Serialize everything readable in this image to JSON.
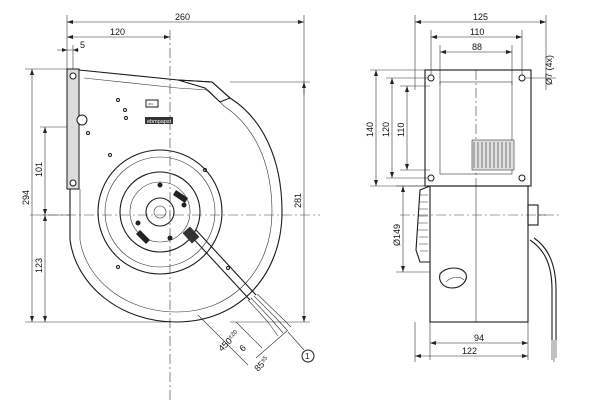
{
  "front_view": {
    "dims": {
      "overall_width": "260",
      "inlet_offset": "120",
      "flange_offset": "5",
      "height_left": "294",
      "height_right": "281",
      "upper_height": "101",
      "lower_height": "123",
      "cable_length": "450",
      "cable_length_tol": "±20",
      "strip_length": "6",
      "lead_length": "85",
      "lead_length_tol": "±5"
    },
    "callout": "1",
    "logo_text": "ebmpapst"
  },
  "side_view": {
    "dims": {
      "overall_width": "125",
      "hole_spacing": "110",
      "outlet_width": "88",
      "hole_diameter": "Ø7 (4x)",
      "outlet_height": "140",
      "outlet_inner_1": "120",
      "outlet_inner_2": "110",
      "inlet_diameter": "Ø149",
      "bottom_inner": "94",
      "bottom_overall": "122"
    }
  }
}
